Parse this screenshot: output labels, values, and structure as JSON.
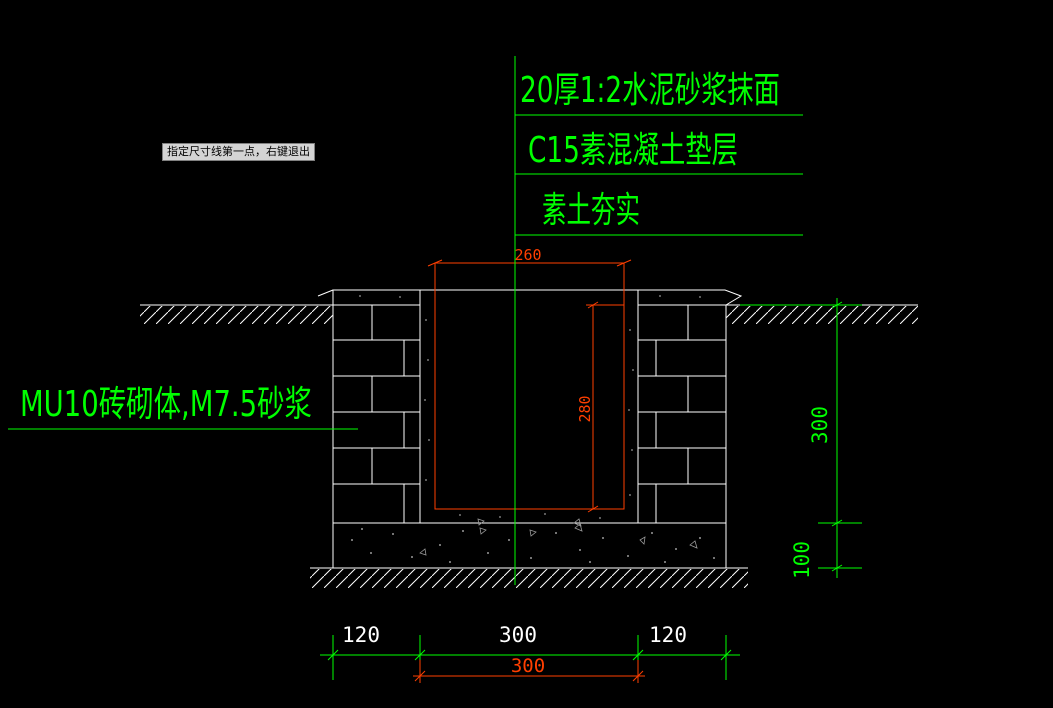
{
  "tooltip": "指定尺寸线第一点，右键退出",
  "layers": {
    "finish": "20厚1:2水泥砂浆抹面",
    "cushion": "C15素混凝土垫层",
    "soil": "素土夯实"
  },
  "wall_label": "MU10砖砌体,M7.5砂浆",
  "dims": {
    "top_width": "260",
    "inner_depth": "280",
    "wall_height": "300",
    "base_height": "100",
    "wall_left": "120",
    "channel": "300",
    "wall_right": "120",
    "inner_bottom": "300"
  },
  "colors": {
    "green": "#00ff00",
    "orange": "#ff3f00",
    "white": "#ffffff",
    "gray": "#bdbdbd",
    "background": "#000000"
  }
}
